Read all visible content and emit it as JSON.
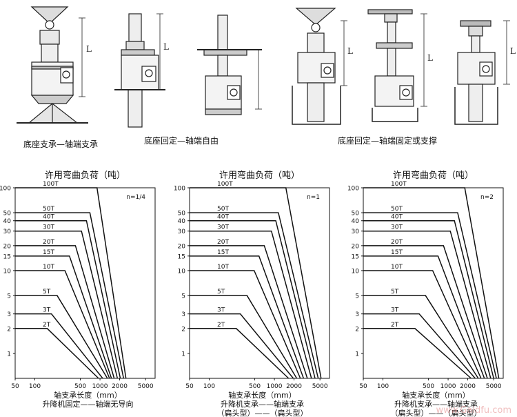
{
  "captions": {
    "c1": "底座支承—轴端支承",
    "c2": "底座回定—轴端自由",
    "c3": "底座回定—轴端固定或支撑"
  },
  "watermark": "www.Gaidfu.com",
  "chart_data": [
    {
      "type": "line",
      "title": "许用弯曲负荷（吨）",
      "annotation": "n=1/4",
      "xscale": "log",
      "yscale": "log",
      "xlim": [
        50,
        7000
      ],
      "ylim": [
        0.5,
        100
      ],
      "yticks": [
        1,
        2,
        3,
        5,
        10,
        15,
        20,
        30,
        40,
        50,
        100
      ],
      "xticks": [
        50,
        100,
        500,
        1000,
        2000,
        5000
      ],
      "xlabel": [
        "轴支承长度（mm）",
        "升降机固定——轴端无导向"
      ],
      "series": [
        {
          "name": "100T",
          "load": 100,
          "bend": 900,
          "end": 2500
        },
        {
          "name": "50T",
          "load": 50,
          "bend": 700,
          "end": 2300
        },
        {
          "name": "40T",
          "load": 40,
          "bend": 620,
          "end": 2050
        },
        {
          "name": "30T",
          "load": 30,
          "bend": 520,
          "end": 1850
        },
        {
          "name": "20T",
          "load": 20,
          "bend": 420,
          "end": 1650
        },
        {
          "name": "15T",
          "load": 15,
          "bend": 340,
          "end": 1500
        },
        {
          "name": "10T",
          "load": 10,
          "bend": 290,
          "end": 1400
        },
        {
          "name": "5T",
          "load": 5,
          "bend": 220,
          "end": 1300
        },
        {
          "name": "3T",
          "load": 3,
          "bend": 180,
          "end": 1100
        },
        {
          "name": "2T",
          "load": 2,
          "bend": 155,
          "end": 950
        }
      ]
    },
    {
      "type": "line",
      "title": "许用弯曲负荷（吨）",
      "annotation": "n=1",
      "xscale": "log",
      "yscale": "log",
      "xlim": [
        50,
        7000
      ],
      "ylim": [
        0.5,
        100
      ],
      "yticks": [
        1,
        2,
        3,
        5,
        10,
        15,
        20,
        30,
        40,
        50,
        100
      ],
      "xticks": [
        50,
        100,
        500,
        1000,
        2000,
        5000
      ],
      "xlabel": [
        "轴支承长度（mm）",
        "升降机支承——轴端支承",
        "（扁头型）——（扁头型）"
      ],
      "series": [
        {
          "name": "100T",
          "load": 100,
          "bend": 1500,
          "end": 5200
        },
        {
          "name": "50T",
          "load": 50,
          "bend": 1150,
          "end": 4700
        },
        {
          "name": "40T",
          "load": 40,
          "bend": 1050,
          "end": 4200
        },
        {
          "name": "30T",
          "load": 30,
          "bend": 900,
          "end": 3700
        },
        {
          "name": "20T",
          "load": 20,
          "bend": 700,
          "end": 3200
        },
        {
          "name": "15T",
          "load": 15,
          "bend": 580,
          "end": 2800
        },
        {
          "name": "10T",
          "load": 10,
          "bend": 490,
          "end": 2500
        },
        {
          "name": "5T",
          "load": 5,
          "bend": 380,
          "end": 2200
        },
        {
          "name": "3T",
          "load": 3,
          "bend": 300,
          "end": 1950
        },
        {
          "name": "2T",
          "load": 2,
          "bend": 260,
          "end": 1650
        }
      ]
    },
    {
      "type": "line",
      "title": "许用弯曲负荷（吨）",
      "annotation": "n=2",
      "xscale": "log",
      "yscale": "log",
      "xlim": [
        50,
        7000
      ],
      "ylim": [
        0.5,
        100
      ],
      "yticks": [
        1,
        2,
        3,
        5,
        10,
        15,
        20,
        30,
        40,
        50,
        100
      ],
      "xticks": [
        50,
        100,
        500,
        1000,
        2000,
        5000
      ],
      "xlabel": [
        "轴支承长度（mm）",
        "升降机支承——轴端支承",
        "（扁头型）——（扁头型）"
      ],
      "series": [
        {
          "name": "100T",
          "load": 100,
          "bend": 1800,
          "end": 6000
        },
        {
          "name": "50T",
          "load": 50,
          "bend": 1400,
          "end": 5500
        },
        {
          "name": "40T",
          "load": 40,
          "bend": 1250,
          "end": 5000
        },
        {
          "name": "30T",
          "load": 30,
          "bend": 1080,
          "end": 4500
        },
        {
          "name": "20T",
          "load": 20,
          "bend": 850,
          "end": 4000
        },
        {
          "name": "15T",
          "load": 15,
          "bend": 700,
          "end": 3600
        },
        {
          "name": "10T",
          "load": 10,
          "bend": 580,
          "end": 3200
        },
        {
          "name": "5T",
          "load": 5,
          "bend": 450,
          "end": 2900
        },
        {
          "name": "3T",
          "load": 3,
          "bend": 360,
          "end": 2600
        },
        {
          "name": "2T",
          "load": 2,
          "bend": 310,
          "end": 2250
        }
      ]
    }
  ]
}
